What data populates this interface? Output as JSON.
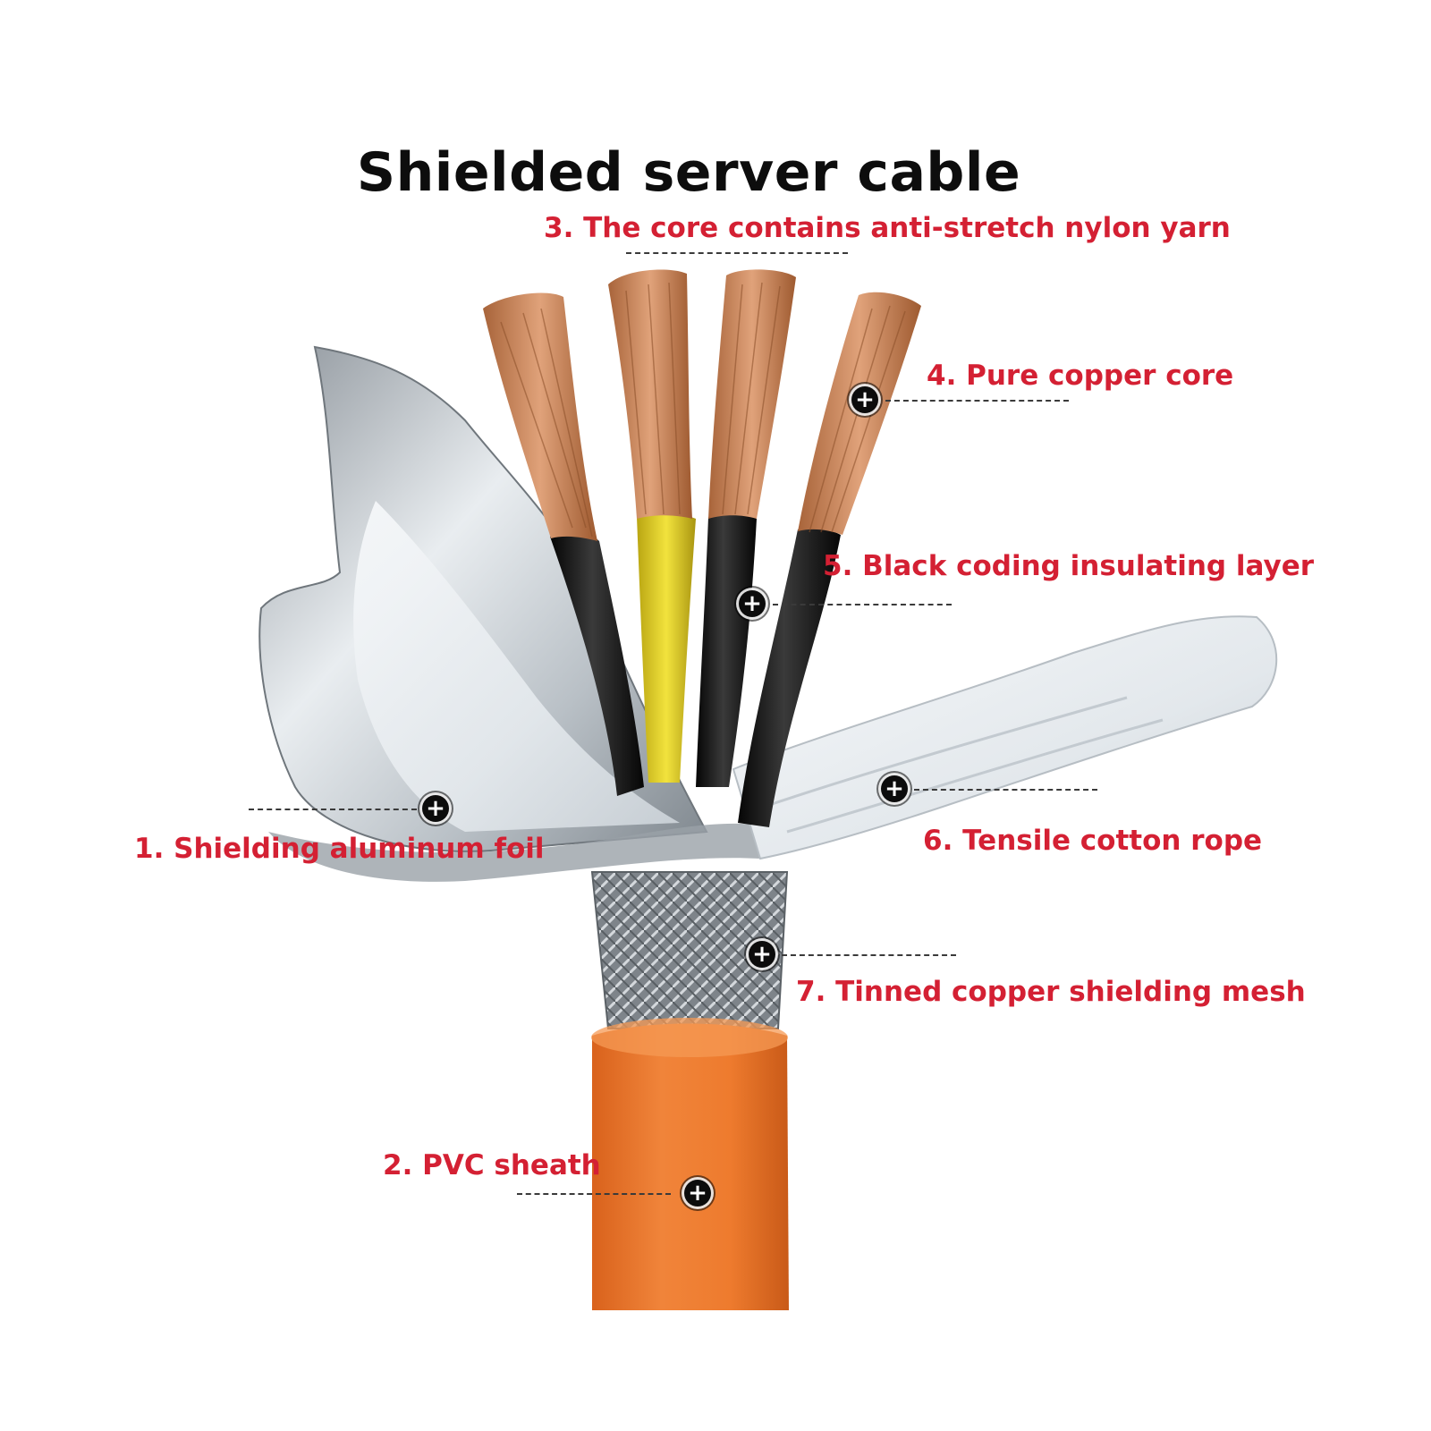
{
  "title": "Shielded server cable",
  "colors": {
    "label": "#d42033",
    "title": "#0d0d0d",
    "sheath": "#ef7a2c",
    "copper": "#d18a58",
    "yellow_insulation": "#e7d21e",
    "black_insulation": "#151515",
    "aluminum_foil": "#c9ced3",
    "cotton_rope": "#edf0f3",
    "braid": "#8a8f94"
  },
  "callouts": [
    {
      "id": "core-nylon-yarn",
      "label": "3. The core contains anti-stretch nylon yarn"
    },
    {
      "id": "pure-copper-core",
      "label": "4. Pure copper core"
    },
    {
      "id": "black-insulating-layer",
      "label": "5. Black coding insulating layer"
    },
    {
      "id": "tensile-cotton-rope",
      "label": "6. Tensile cotton rope"
    },
    {
      "id": "shielding-aluminum-foil",
      "label": "1. Shielding aluminum foil"
    },
    {
      "id": "tinned-copper-mesh",
      "label": "7. Tinned copper shielding mesh"
    },
    {
      "id": "pvc-sheath",
      "label": "2. PVC sheath"
    }
  ],
  "marker_icon": "plus-circle-icon"
}
